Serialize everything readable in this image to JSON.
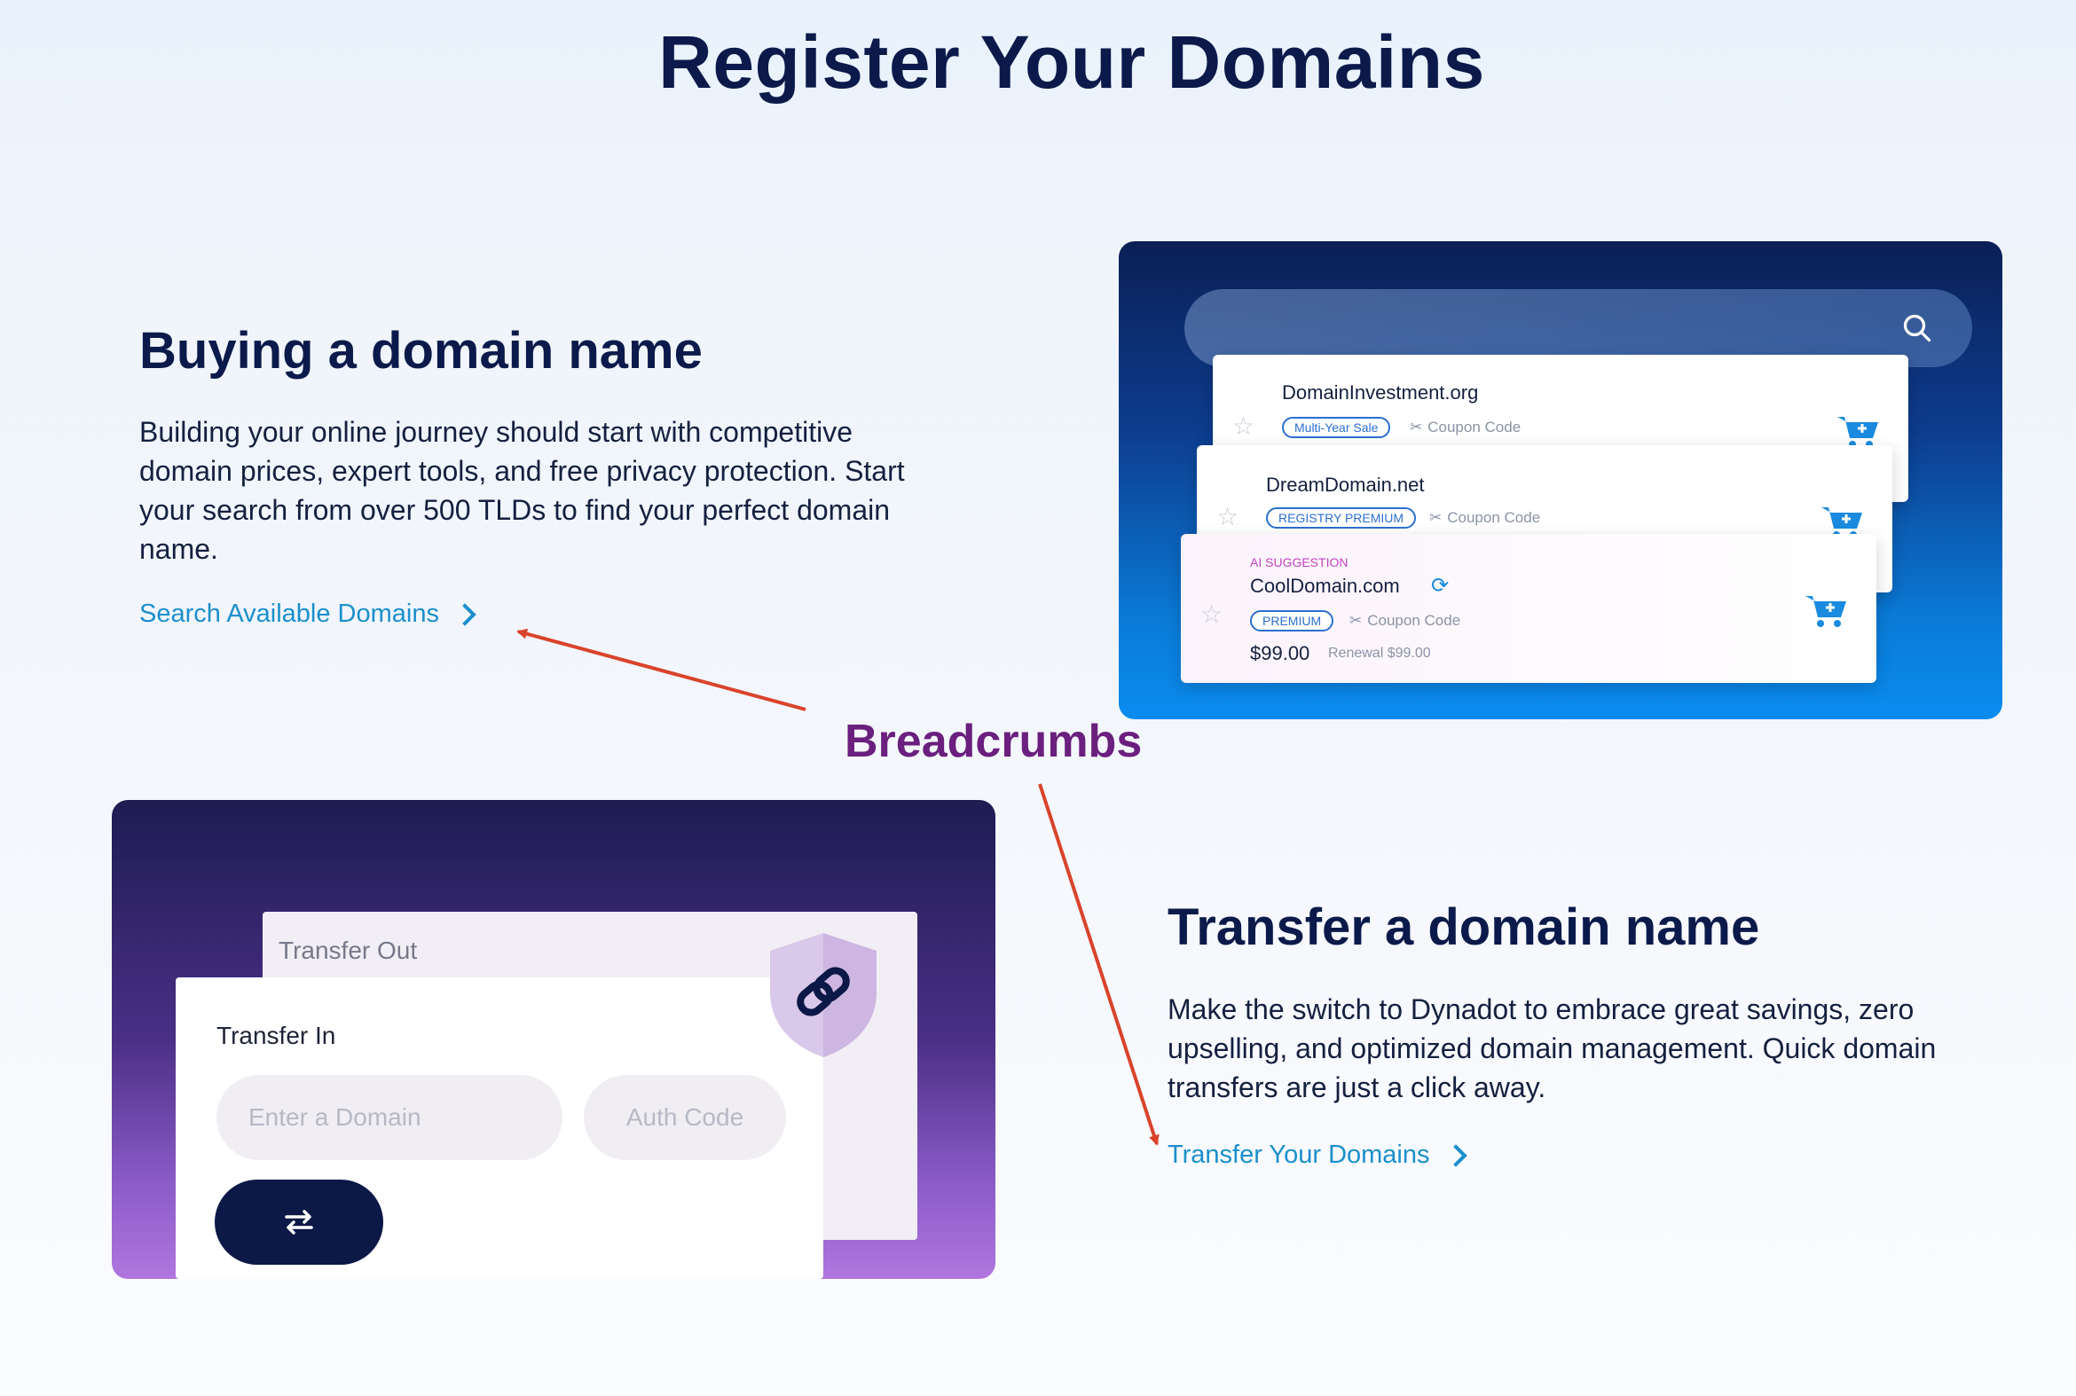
{
  "page": {
    "title": "Register Your Domains"
  },
  "buy": {
    "title": "Buying a domain name",
    "body": "Building your online journey should start with competitive domain prices, expert tools, and free privacy protection. Start your search from over 500 TLDs to find your perfect domain name.",
    "link": "Search Available Domains",
    "illustration": {
      "results": [
        {
          "domain": "DomainInvestment.org",
          "badge": "Multi-Year Sale",
          "coupon": "Coupon Code"
        },
        {
          "domain": "DreamDomain.net",
          "badge": "REGISTRY PREMIUM",
          "coupon": "Coupon Code"
        },
        {
          "tag": "AI SUGGESTION",
          "domain": "CoolDomain.com",
          "badge": "PREMIUM",
          "coupon": "Coupon Code",
          "price": "$99.00",
          "renewal": "Renewal $99.00"
        }
      ]
    }
  },
  "transfer": {
    "title": "Transfer a domain name",
    "body": "Make the switch to Dynadot to embrace great savings, zero upselling, and optimized domain management. Quick domain transfers are just a click away.",
    "link": "Transfer Your Domains",
    "illustration": {
      "tab_out": "Transfer Out",
      "tab_in": "Transfer In",
      "domain_placeholder": "Enter a Domain",
      "auth_placeholder": "Auth Code"
    }
  },
  "annotation": {
    "label": "Breadcrumbs",
    "color": "#6b1f7e",
    "arrow_color": "#d9432b"
  },
  "colors": {
    "heading": "#0b1a4a",
    "link": "#1b8fcc"
  }
}
